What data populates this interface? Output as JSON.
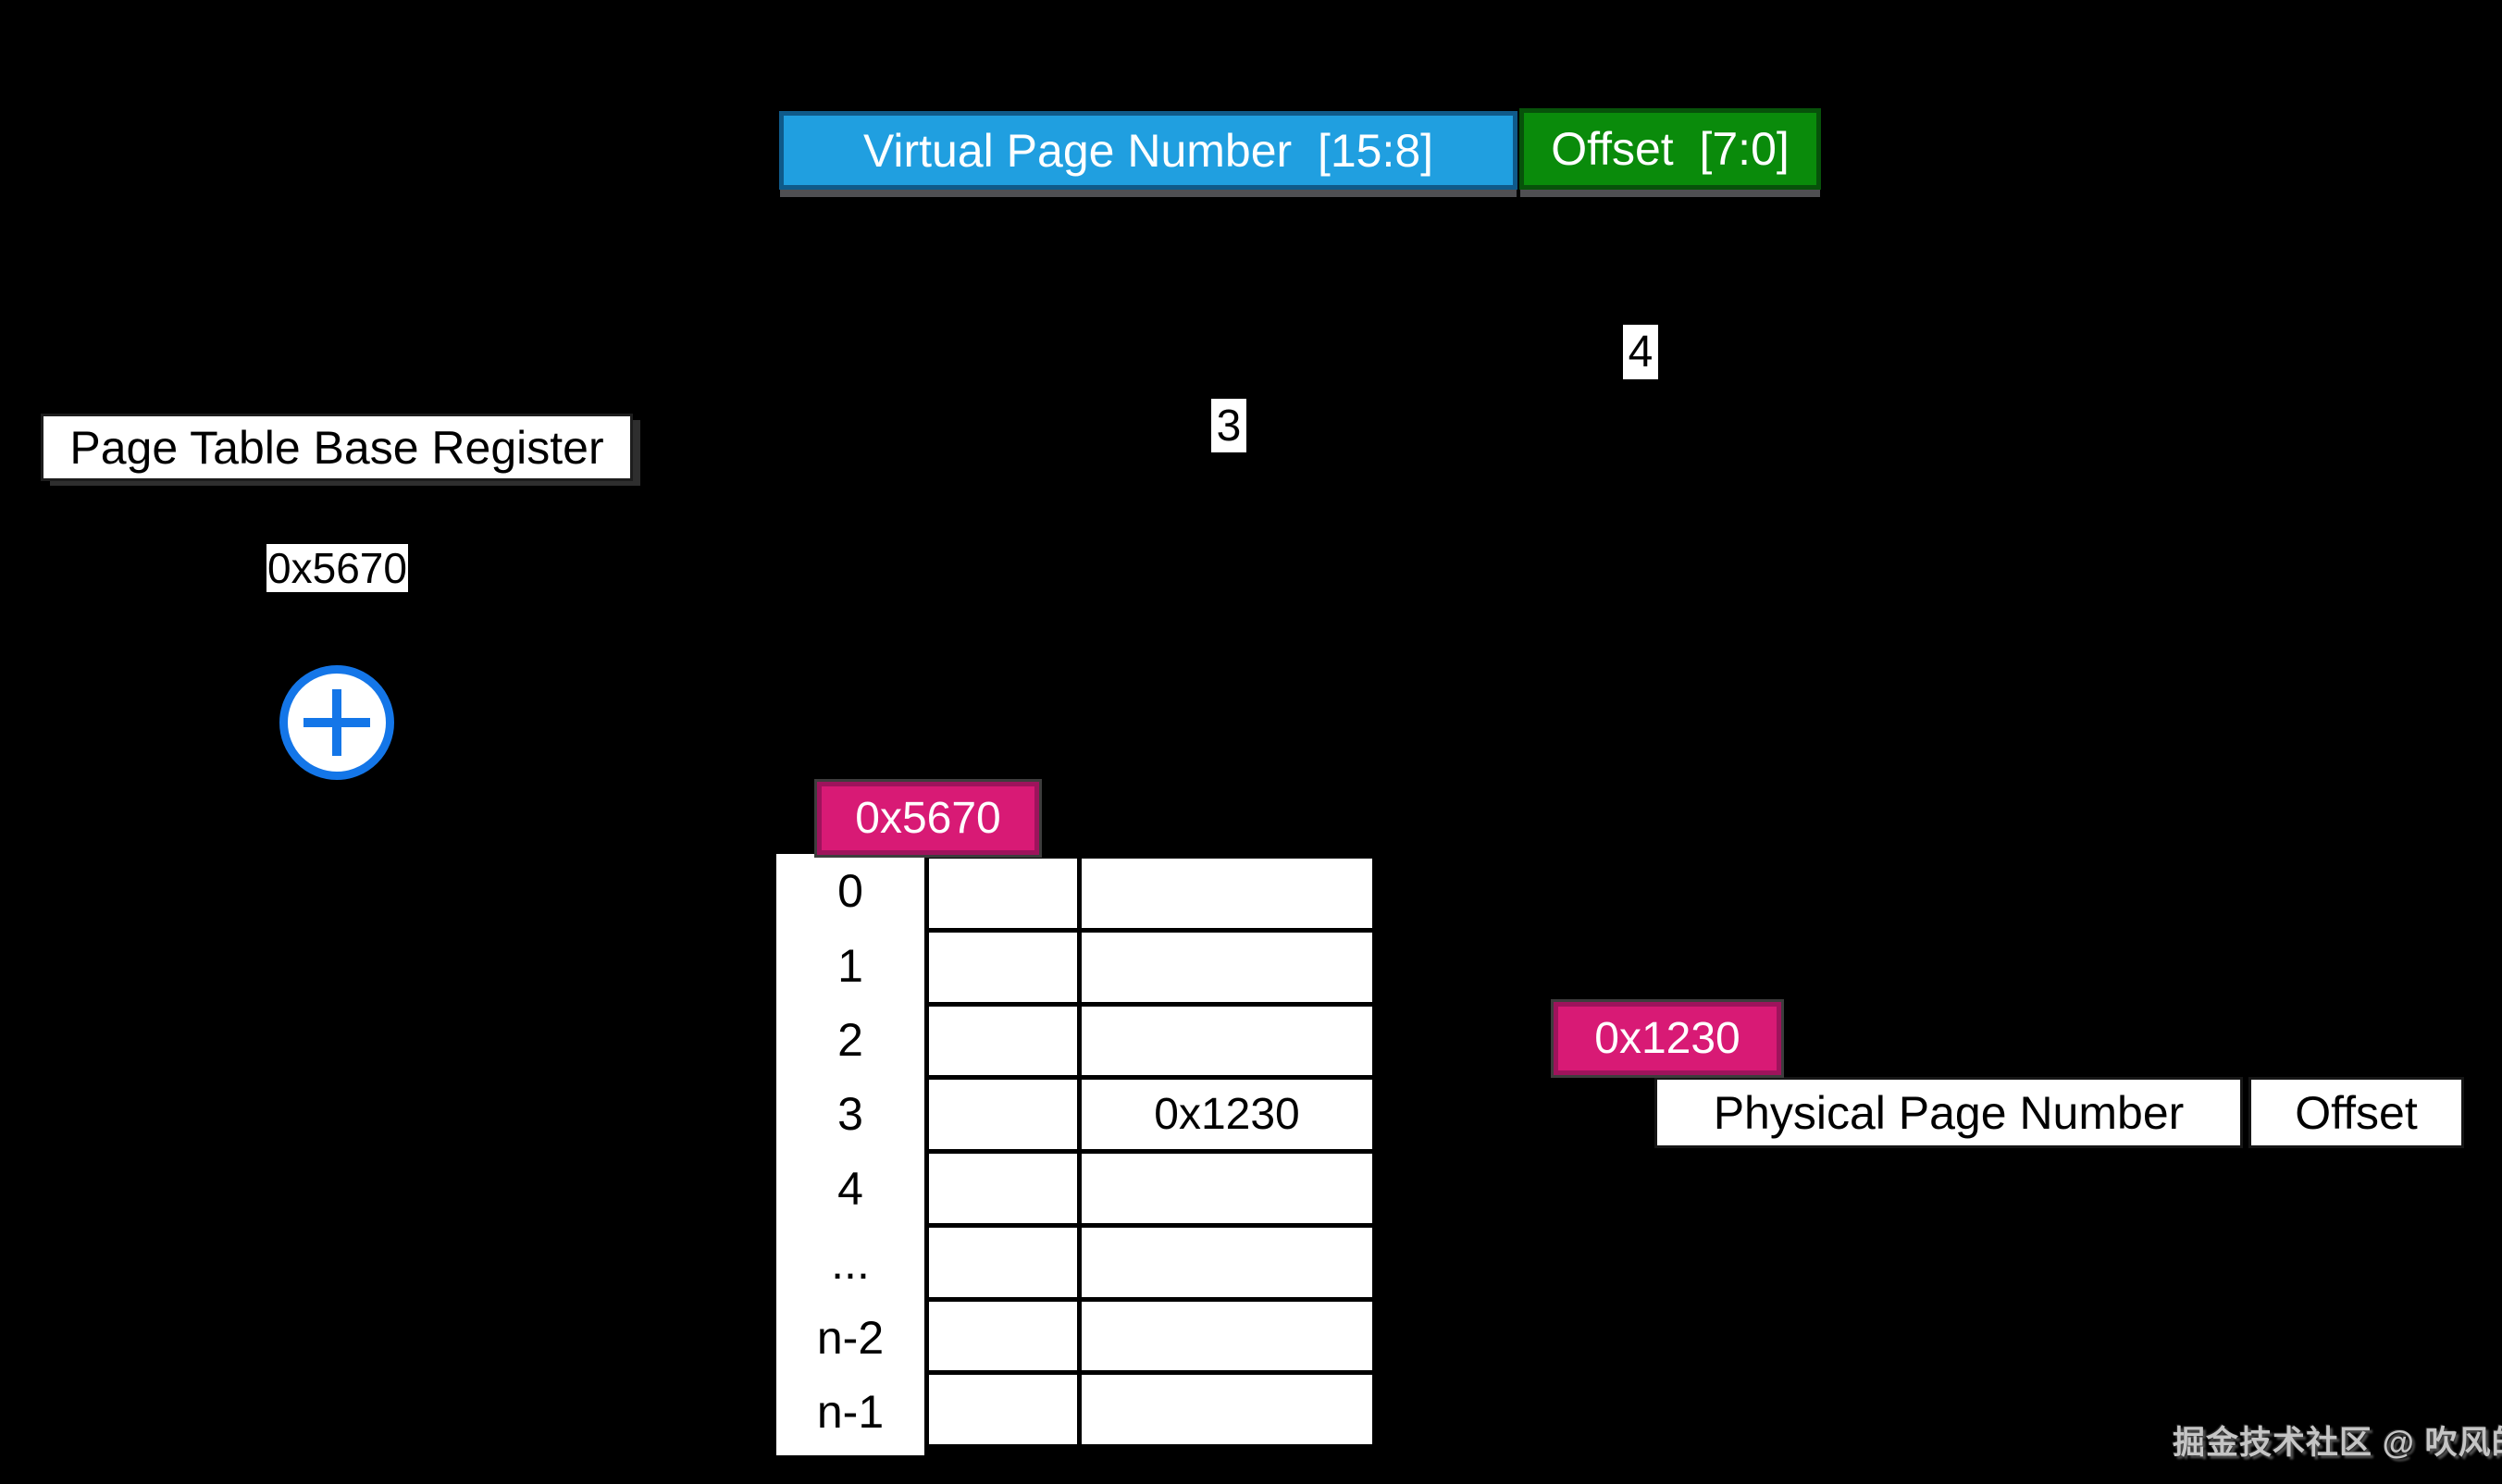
{
  "colors": {
    "background": "#000000",
    "vpn_blue_fill": "#209fe0",
    "vpn_blue_border": "#0f5a8a",
    "offset_green_fill": "#0a8b0b",
    "offset_green_border": "#07520a",
    "magenta_fill": "#d81a75",
    "magenta_border": "#9e135c",
    "adder_blue": "#1476e8",
    "shadow_gray": "#4f4f52"
  },
  "virtual_address": {
    "vpn_label": "Virtual Page Number  [15:8]",
    "offset_label": "Offset  [7:0]"
  },
  "ptbr": {
    "label": "Page Table Base Register",
    "value": "0x5670"
  },
  "adder": {
    "icon": "plus-adder-icon"
  },
  "page_table": {
    "base_pointer_value": "0x5670",
    "rows": [
      {
        "index": "0",
        "value": ""
      },
      {
        "index": "1",
        "value": ""
      },
      {
        "index": "2",
        "value": ""
      },
      {
        "index": "3",
        "value": "0x1230"
      },
      {
        "index": "4",
        "value": ""
      },
      {
        "index": "...",
        "value": ""
      },
      {
        "index": "n-2",
        "value": ""
      },
      {
        "index": "n-1",
        "value": ""
      }
    ]
  },
  "physical_address": {
    "ppn_pointer_value": "0x1230",
    "ppn_label": "Physical Page Number",
    "offset_label": "Offset"
  },
  "step_labels": {
    "vpn_step": "3",
    "offset_step": "4"
  },
  "watermark": "掘金技术社区 @ 吹风的坚果"
}
